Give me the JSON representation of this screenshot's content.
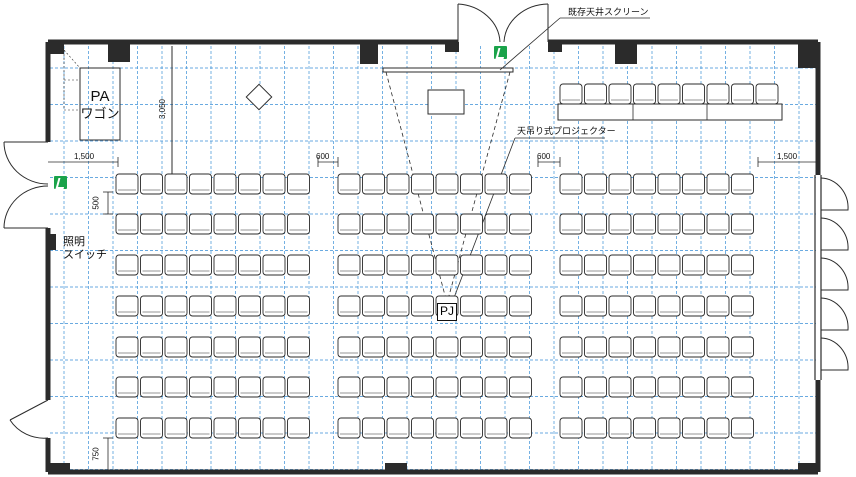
{
  "labels": {
    "screen": "既存天井スクリーン",
    "projector": "天吊り式プロジェクター",
    "pj": "PJ",
    "pa_line1": "PA",
    "pa_line2": "ワゴン",
    "switch_line1": "照明",
    "switch_line2": "スイッチ"
  },
  "dimensions": {
    "left_aisle": "1,500",
    "right_aisle": "1,500",
    "aisle_a": "600",
    "aisle_b": "600",
    "row_pitch": "500",
    "rear_gap": "750",
    "pa_depth": "3,050"
  },
  "colors": {
    "wall": "#2b2b2b",
    "grid": "#3a8fd6",
    "exit_sign": "#1aa34a"
  },
  "icons": [
    "exit-sign-icon",
    "diamond-marker-icon",
    "light-switch-icon"
  ]
}
